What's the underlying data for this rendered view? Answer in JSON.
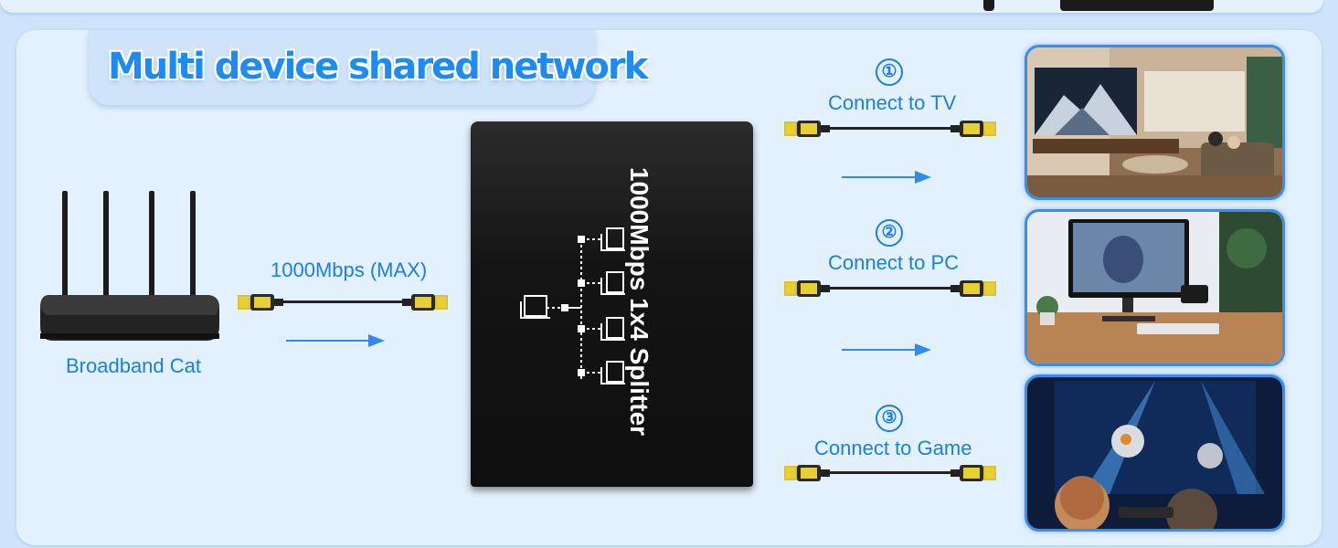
{
  "title": "Multi device shared network",
  "source_label": "Broadband Cat",
  "speed_label": "1000Mbps (MAX)",
  "splitter_label": "1000Mbps 1x4 Splitter",
  "outputs": [
    {
      "number": "①",
      "label": "Connect to TV"
    },
    {
      "number": "②",
      "label": "Connect to PC"
    },
    {
      "number": "③",
      "label": "Connect to Game"
    }
  ],
  "colors": {
    "accent": "#1a7fe6",
    "panel": "#e3f0fd",
    "background": "#cfe4fb",
    "cable_yellow": "#e8d032"
  },
  "icons": [
    "router-image",
    "ethernet-cable",
    "arrow-right-icon",
    "network-topology-icon",
    "tv-room-photo",
    "pc-desk-photo",
    "game-room-photo"
  ]
}
